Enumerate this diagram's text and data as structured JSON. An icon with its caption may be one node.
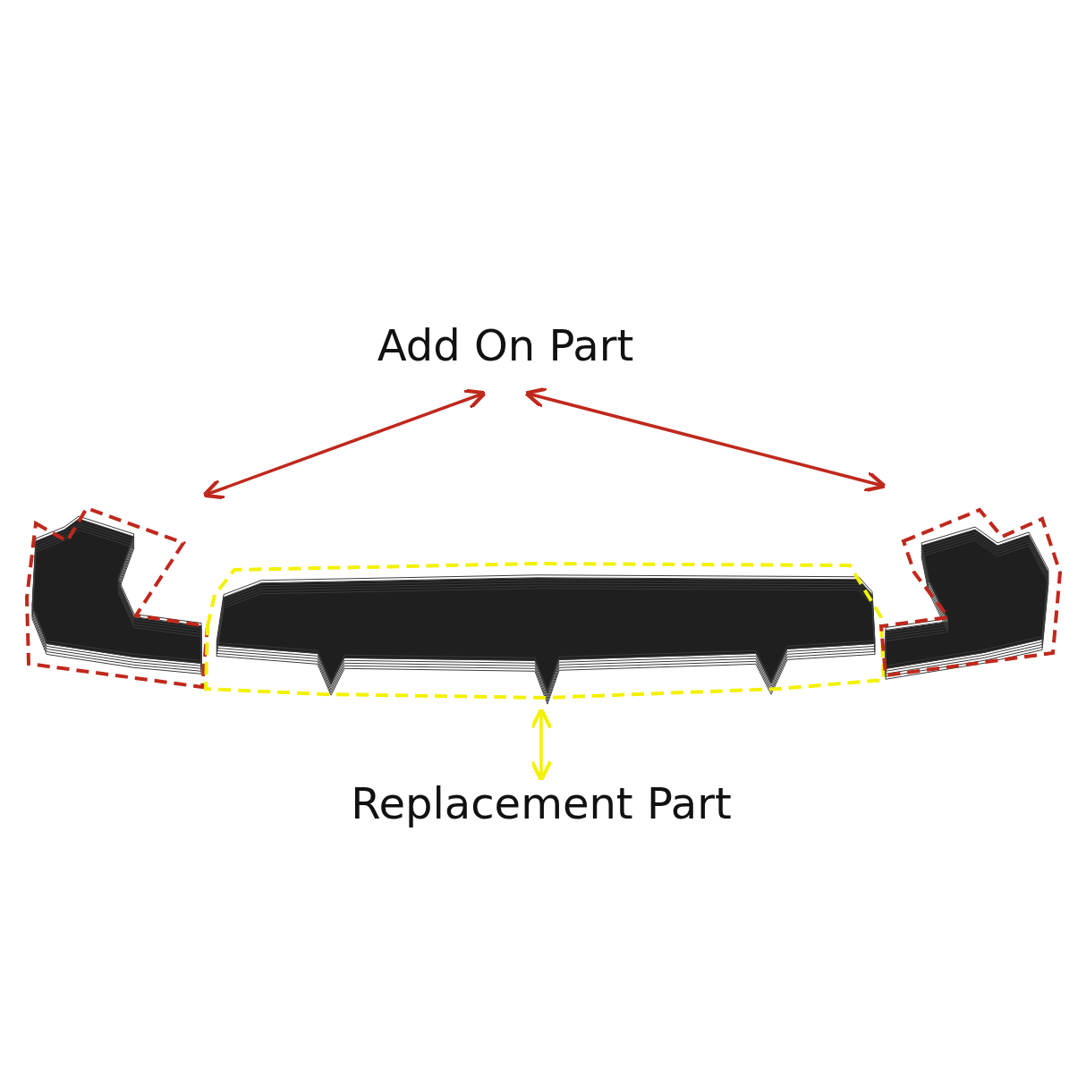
{
  "diagram": {
    "nodes": [
      {
        "text": [
          "Add On Part"
        ]
      },
      {
        "text": [
          "Replacement Part"
        ]
      },
      {
        "text": [],
        "shape": "picture"
      },
      {
        "text": [],
        "shape": "picture"
      },
      {
        "text": [],
        "shape": "picture"
      }
    ],
    "edges": [
      {
        "from": 0,
        "to": 2,
        "arrow": "both"
      },
      {
        "from": 0,
        "to": 4,
        "arrow": "both"
      },
      {
        "from": 1,
        "to": 3,
        "arrow": "both",
        "color": "#f2f200"
      }
    ]
  }
}
